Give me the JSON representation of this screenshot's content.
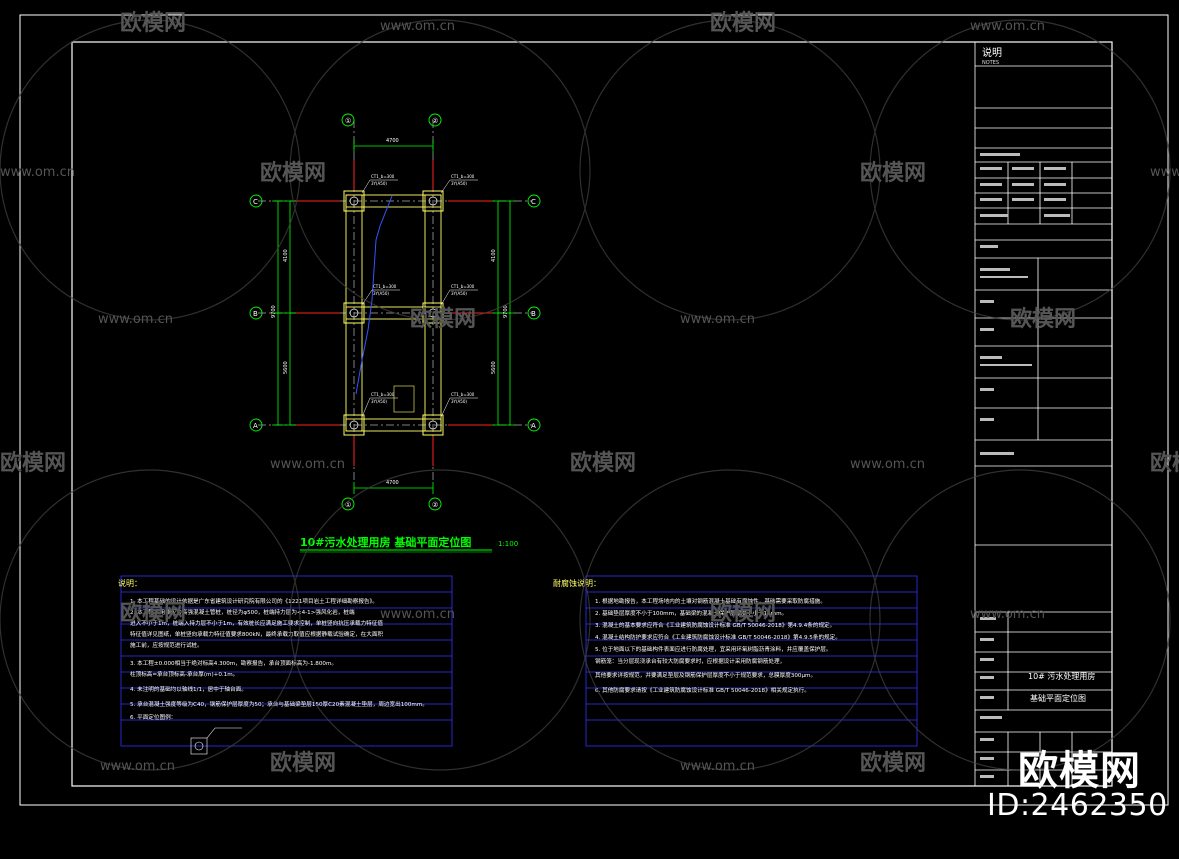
{
  "watermark": {
    "brand": "欧模网",
    "domain": "www.om.cn",
    "id": "ID:2462350"
  },
  "plan": {
    "title": "10#污水处理用房 基础平面定位图",
    "scale": "1:100",
    "top_grids": [
      "①",
      "②"
    ],
    "right_grids": [
      "C",
      "B",
      "A"
    ],
    "dim_top": "4700",
    "dim_bottom": "4700",
    "dim_left_upper": "4100",
    "dim_left_lower": "5600",
    "dim_left_total": "9700",
    "dim_right_upper": "4100",
    "dim_right_lower": "5600",
    "dim_right_total": "9700",
    "column_label": "CT1_b=300",
    "column_label_2": "3Y(A50)"
  },
  "notes_left": {
    "header": "说明：",
    "lines": [
      "1. 本工程基础的设计依据是广东省建筑设计研究院有限公司的《1221项目岩土工程详细勘察报告》。",
      "2. 本工程采用预应力高强混凝土管桩，桩径为φ500，桩端持力层为<4-1>强风化岩，桩端",
      "   进入不小于1m，桩端入持力层不小于1m，有效桩长应满足施工要求控制，单桩竖向抗压承载力特征值",
      "   特征值详见图纸，单桩竖向承载力特征值要求800kN，最终承载力取值应根据静载试验确定，在大面积",
      "   施工前，应按规范进行试桩。",
      "3. 本工程±0.000相当于绝对标高4.300m，勘察报告，承台顶面标高为-1.800m。",
      "   柱顶标高=承台顶标高-承台厚(m)+0.1m。",
      "4. 未注明的基础均以轴线1/1，居中于轴台面。",
      "5. 承台混凝土强度等级为C40，钢筋保护层厚度为50；承台与基础梁垫层150厚C20素混凝土垫层，周边宽出100mm。",
      "6. 平面定位图例："
    ]
  },
  "notes_right": {
    "header": "耐腐蚀说明：",
    "lines": [
      "1. 根据地勘报告，本工程场地内的土壤对钢筋混凝土基础有腐蚀性，基础需要采取防腐措施。",
      "2. 基础垫层厚度不小于100mm，基础梁的混凝土保护层厚度不小于15mm。",
      "3. 混凝土的基本要求应符合《工业建筑防腐蚀设计标准 GB/T 50046-2018》第4.9.4条的规定。",
      "4. 混凝土结构防护要求应符合《工业建筑防腐蚀设计标准 GB/T 50046-2018》第4.9.5条的规定。",
      "5. 位于地面以下的基础构件表面应进行防腐处理，宜采用环氧树脂沥青涂料，并应覆盖保护层。",
      "   钢筋笼：当分层现浇承台有较大防腐要求时，应根据设计采用防腐钢筋处理，",
      "   其他要求详按规范，并要满足垫层及钢筋保护层厚度不小于规范要求，总膜厚度300μm。",
      "6. 其他防腐要求请按《工业建筑防腐蚀设计标准 GB/T 50046-2018》相关规定执行。"
    ]
  },
  "title_block": {
    "heading": "说明",
    "heading_en": "NOTES",
    "project_name": "10# 污水处理用房",
    "drawing_name": "基础平面定位图"
  },
  "colors": {
    "frame": "#ffffff",
    "axis": "#00ff00",
    "grid_center": "#ff2222",
    "column": "#ffff66",
    "beam": "#ffff66",
    "note_border": "#3333ff",
    "title": "#00ff00",
    "blue_line": "#3355ff"
  }
}
